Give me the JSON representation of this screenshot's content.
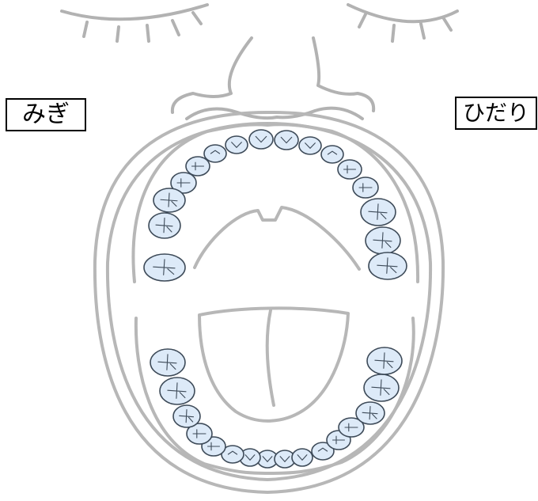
{
  "labels": {
    "right_side": "みぎ",
    "left_side": "ひだり"
  },
  "colors": {
    "tooth_fill": "#ddeaf8",
    "tooth_outline": "#3d4a58",
    "sketch_lines": "#b7b7b7"
  },
  "dentition": {
    "upper_teeth": 16,
    "lower_teeth": 16
  }
}
